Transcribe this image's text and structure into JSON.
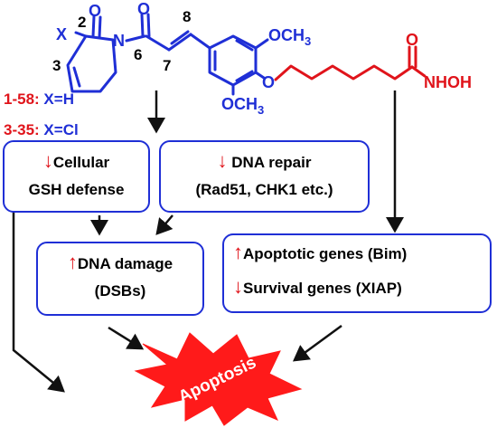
{
  "molecule": {
    "atom_labels": {
      "x": "X",
      "o_lactam": "O",
      "n_ring": "N",
      "o_enone": "O",
      "o_ether": "O",
      "o_amide": "O",
      "ome_top": "OCH",
      "ome_top_sub": "3",
      "ome_bottom": "OCH",
      "ome_bottom_sub": "3",
      "nhoh": "NHOH"
    },
    "position_numbers": {
      "p2": "2",
      "p3": "3",
      "p6": "6",
      "p7": "7",
      "p8": "8"
    }
  },
  "compounds": [
    {
      "id": "1-58:",
      "formula": "X=H"
    },
    {
      "id": "3-35:",
      "formula": "X=Cl"
    }
  ],
  "boxes": {
    "gsh": {
      "arrow": "↓",
      "line1": "Cellular",
      "line2": "GSH defense"
    },
    "dna_repair": {
      "arrow": "↓",
      "line1": "DNA repair",
      "line2": "(Rad51, CHK1 etc.)"
    },
    "dna_damage": {
      "arrow": "↑",
      "line1": "DNA damage",
      "line2": "(DSBs)"
    },
    "genes": {
      "up_arrow": "↑",
      "line1": "Apoptotic genes (Bim)",
      "down_arrow": "↓",
      "line2": "Survival genes (XIAP)"
    }
  },
  "outcome": {
    "label": "Apoptosis",
    "color": "#ff1a1a"
  },
  "colors": {
    "core_blue": "#1f2fd6",
    "linker_red": "#e0141b",
    "box_border": "#1f2fd6",
    "arrow_black": "#111111"
  }
}
